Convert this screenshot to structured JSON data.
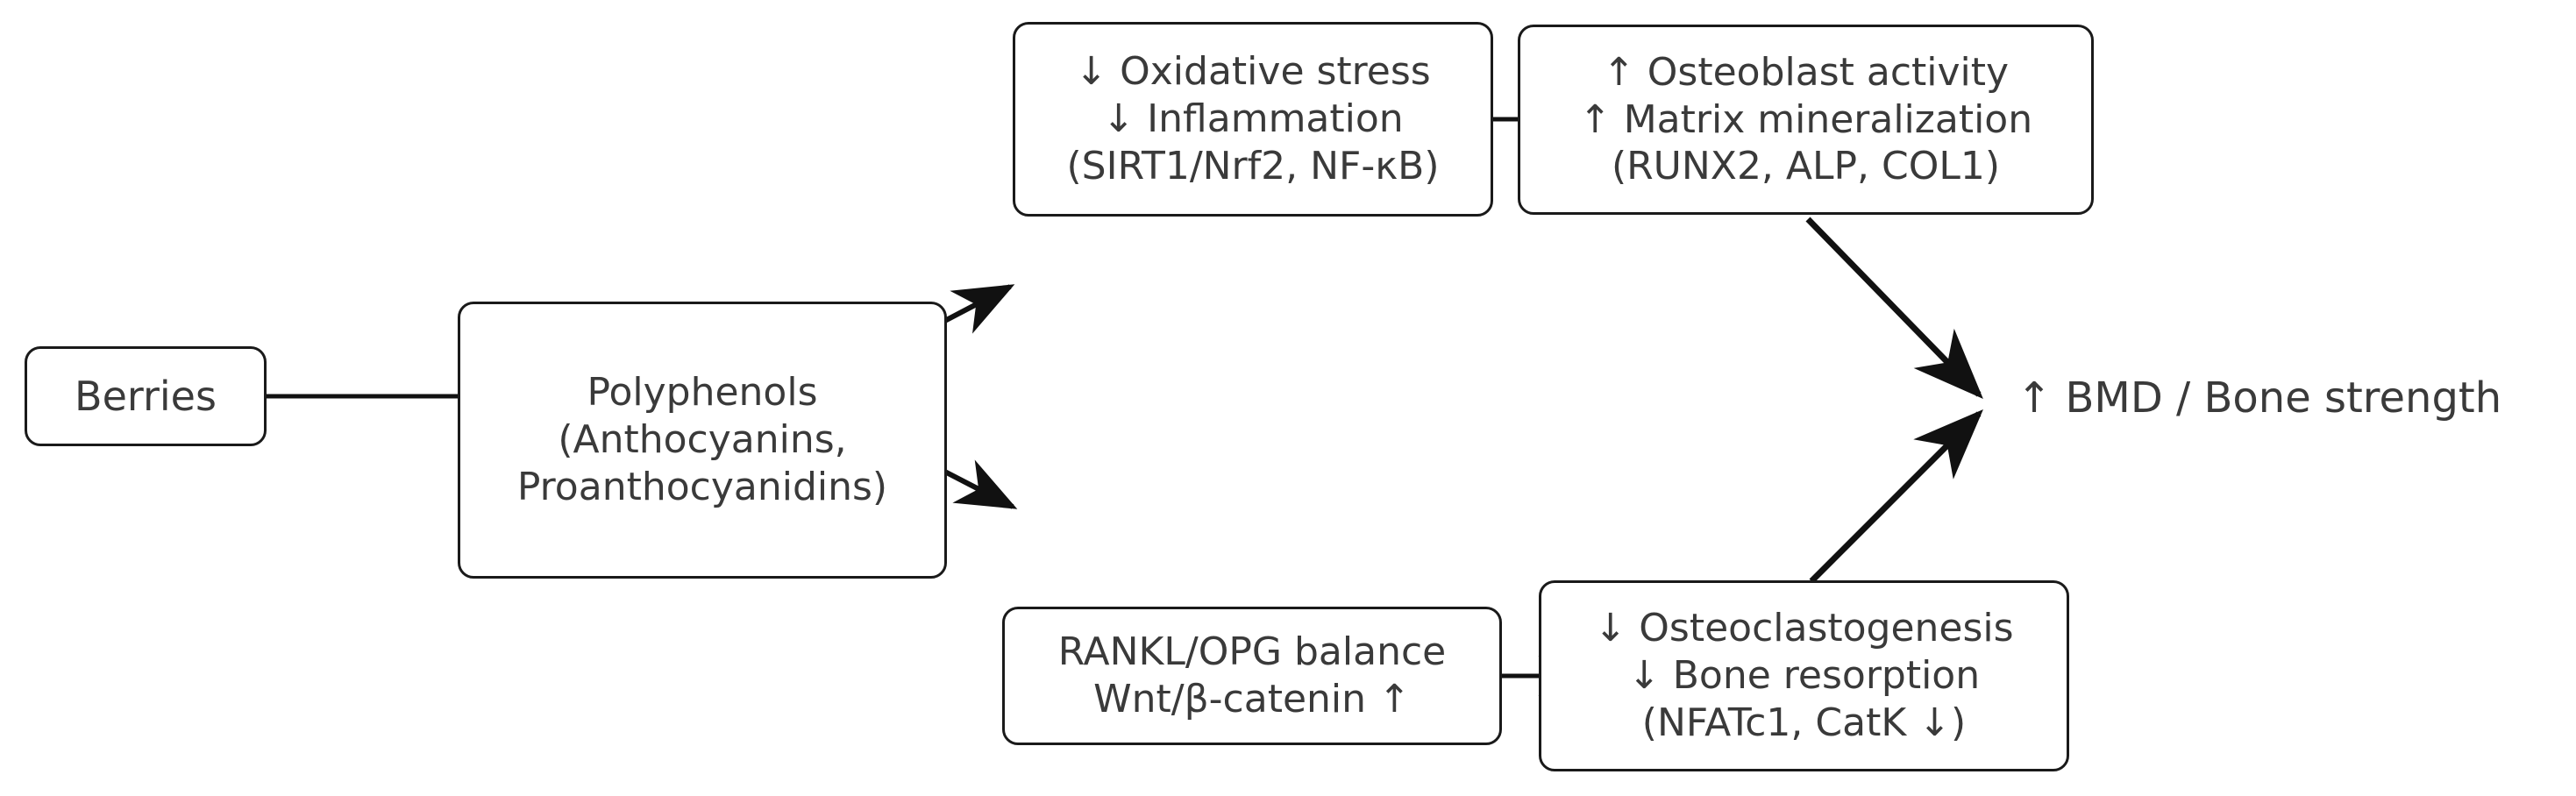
{
  "diagram": {
    "title": "Berries polyphenols bone health mechanism pathway",
    "background_color": "#ffffff",
    "stroke_color": "#1a1a1a",
    "text_color": "#3a3a3a",
    "nodes": {
      "berries": {
        "lines": [
          "Berries"
        ]
      },
      "polyphenols": {
        "lines": [
          "Polyphenols",
          "(Anthocyanins,",
          "Proanthocyanidins)"
        ]
      },
      "oxidative": {
        "lines": [
          "↓ Oxidative stress",
          "↓ Inflammation",
          "(SIRT1/Nrf2, NF-κB)"
        ]
      },
      "osteoblast": {
        "lines": [
          "↑ Osteoblast activity",
          "↑ Matrix mineralization",
          "(RUNX2, ALP, COL1)"
        ]
      },
      "rankl": {
        "lines": [
          "RANKL/OPG balance",
          "Wnt/β-catenin ↑"
        ]
      },
      "osteoclast": {
        "lines": [
          "↓ Osteoclastogenesis",
          "↓ Bone resorption",
          "(NFATc1, CatK ↓)"
        ]
      },
      "bmd": {
        "lines": [
          "↑ BMD / Bone strength"
        ]
      }
    },
    "edges": [
      {
        "name": "berries-to-polyphenols",
        "from": "berries",
        "to": "polyphenols",
        "style": "straight-horizontal"
      },
      {
        "name": "polyphenols-to-oxidative",
        "from": "polyphenols",
        "to": "oxidative",
        "style": "diagonal-up"
      },
      {
        "name": "polyphenols-to-rankl",
        "from": "polyphenols",
        "to": "rankl",
        "style": "diagonal-down"
      },
      {
        "name": "oxidative-to-osteoblast",
        "from": "oxidative",
        "to": "osteoblast",
        "style": "straight-horizontal"
      },
      {
        "name": "rankl-to-osteoclast",
        "from": "rankl",
        "to": "osteoclast",
        "style": "straight-horizontal"
      },
      {
        "name": "osteoblast-to-bmd",
        "from": "osteoblast",
        "to": "bmd",
        "style": "diagonal-down"
      },
      {
        "name": "osteoclast-to-bmd",
        "from": "osteoclast",
        "to": "bmd",
        "style": "diagonal-up"
      }
    ]
  }
}
